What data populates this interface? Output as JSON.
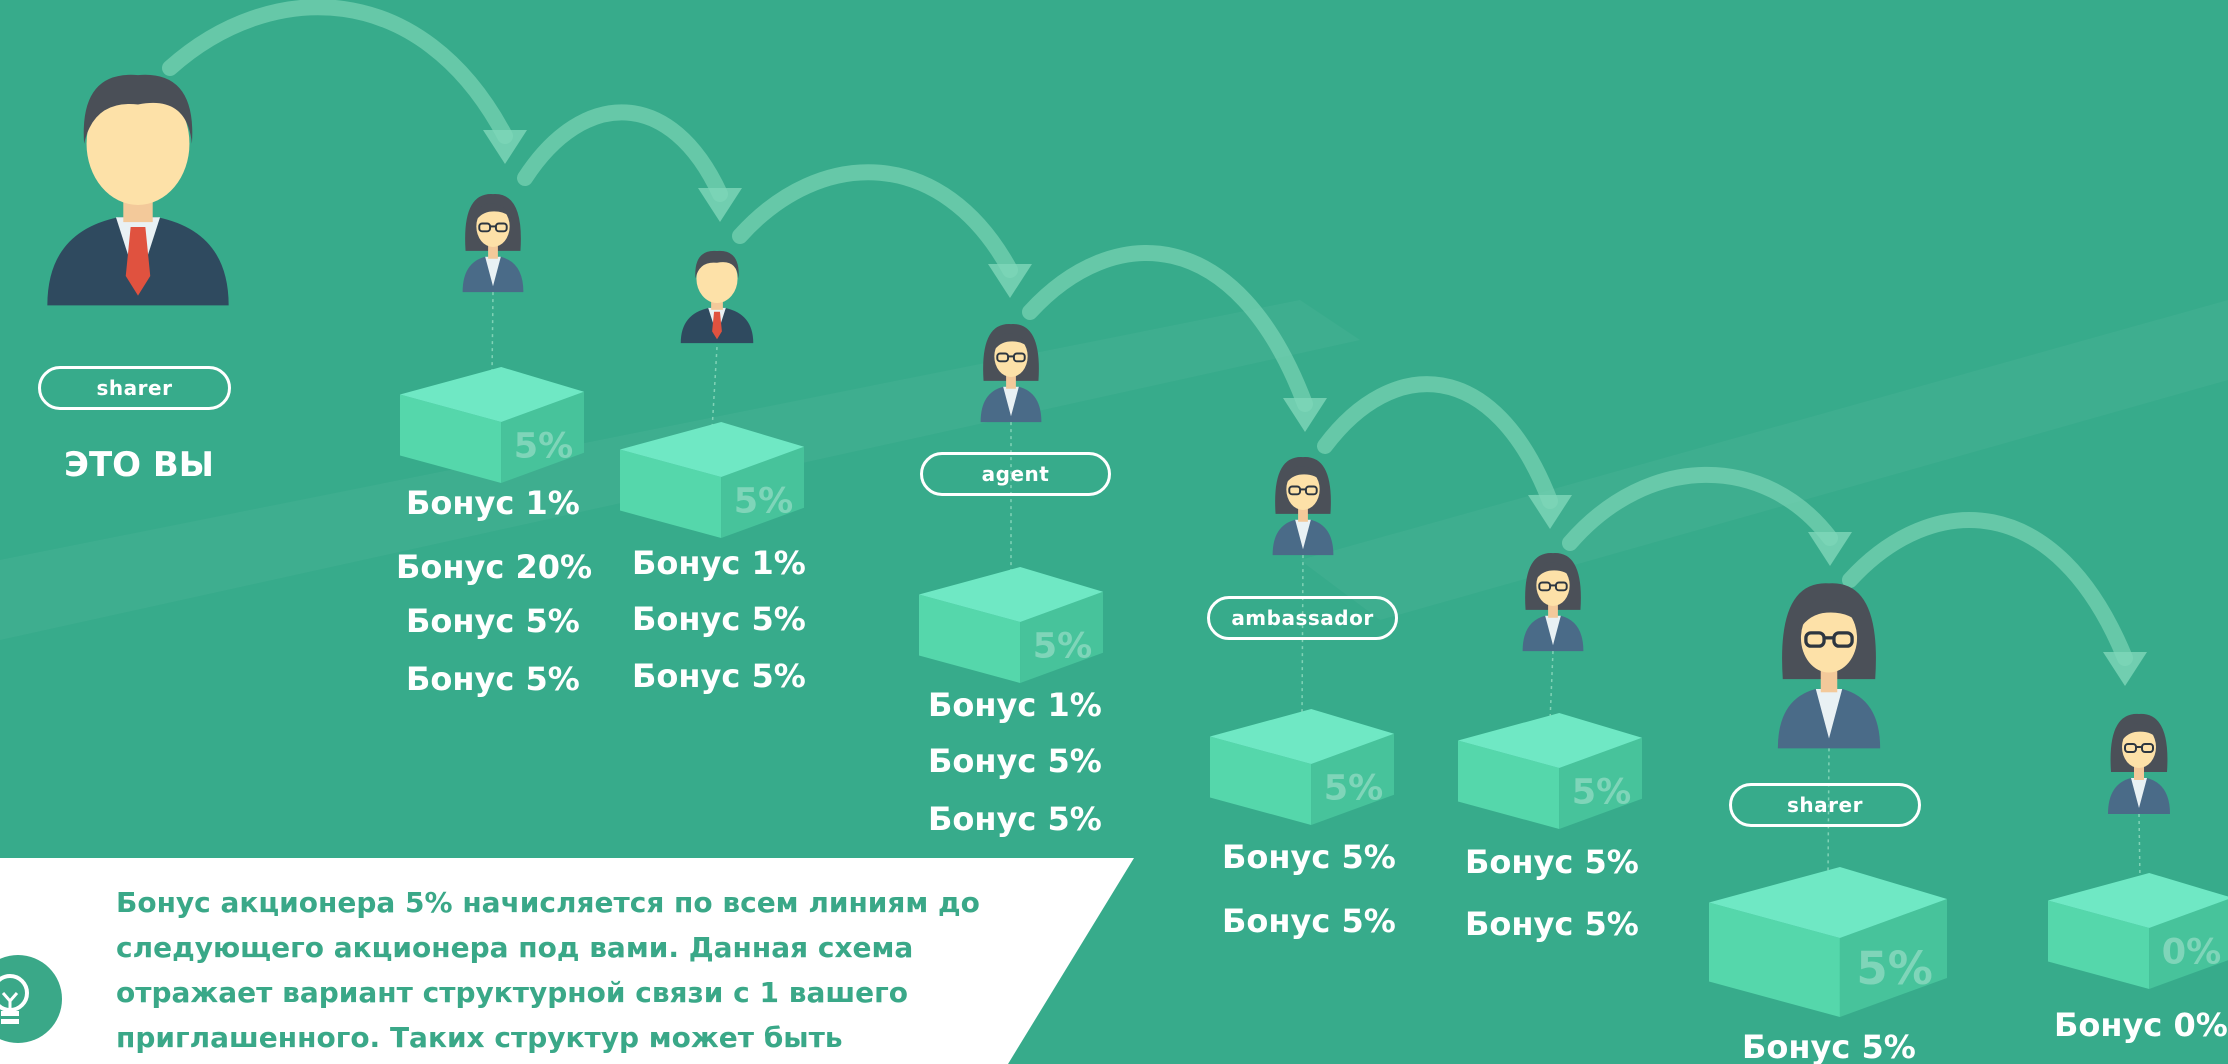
{
  "colors": {
    "background": "#37ab8b",
    "box_top": "#6fe8c4",
    "box_left": "#55d7ab",
    "box_right": "#47c39b",
    "text": "#ffffff",
    "note_bg": "#ffffff",
    "note_text": "#3aa888"
  },
  "people": [
    {
      "figure": "man",
      "label": "sharer",
      "caption": "ЭТО ВЫ",
      "bonuses": []
    },
    {
      "figure": "woman",
      "box": "5%",
      "bonuses": [
        "Бонус 1%",
        "Бонус 20%",
        "Бонус 5%",
        "Бонус 5%"
      ]
    },
    {
      "figure": "man",
      "box": "5%",
      "bonuses": [
        "Бонус 1%",
        "Бонус 5%",
        "Бонус 5%"
      ]
    },
    {
      "figure": "woman",
      "label": "agent",
      "box": "5%",
      "bonuses": [
        "Бонус 1%",
        "Бонус 5%",
        "Бонус 5%"
      ]
    },
    {
      "figure": "woman",
      "label": "ambassador",
      "box": "5%",
      "bonuses": [
        "Бонус 5%",
        "Бонус 5%"
      ]
    },
    {
      "figure": "woman",
      "box": "5%",
      "bonuses": [
        "Бонус 5%",
        "Бонус 5%"
      ]
    },
    {
      "figure": "woman",
      "label": "sharer",
      "box": "5%",
      "bonuses": [
        "Бонус 5%"
      ]
    },
    {
      "figure": "woman",
      "box": "0%",
      "bonuses": [
        "Бонус 0%"
      ]
    }
  ],
  "note": {
    "icon": "lightbulb-icon",
    "text": "Бонус акционера 5% начисляется по всем линиям до следующего акционера под вами. Данная схема отражает вариант структурной связи с 1 вашего приглашенного. Таких структур может быть множество"
  }
}
